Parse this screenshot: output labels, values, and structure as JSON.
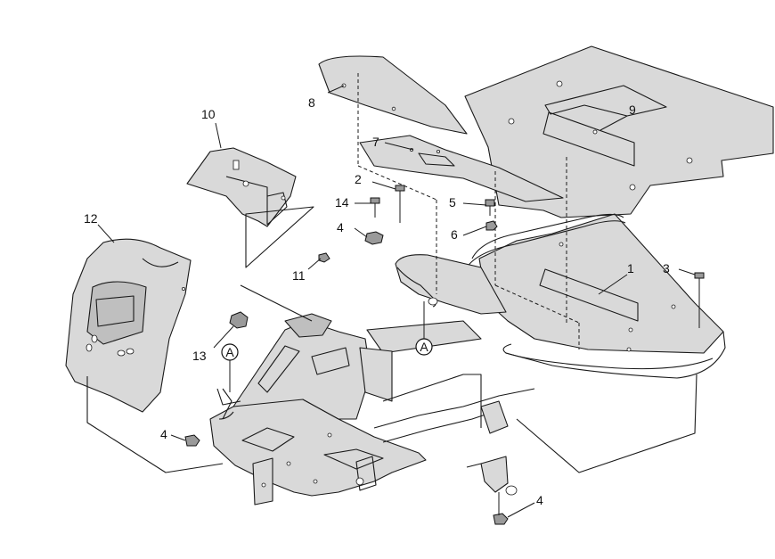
{
  "callouts": {
    "c1": "1",
    "c2": "2",
    "c3": "3",
    "c4a": "4",
    "c4b": "4",
    "c4c": "4",
    "c5": "5",
    "c6": "6",
    "c7": "7",
    "c8": "8",
    "c9": "9",
    "c10": "10",
    "c11": "11",
    "c12": "12",
    "c13": "13",
    "c14": "14"
  },
  "ref_markers": {
    "a1": "A",
    "a2": "A"
  },
  "colors": {
    "part_fill": "#d9d9d9",
    "outline": "#1a1a1a",
    "background": "#ffffff"
  }
}
